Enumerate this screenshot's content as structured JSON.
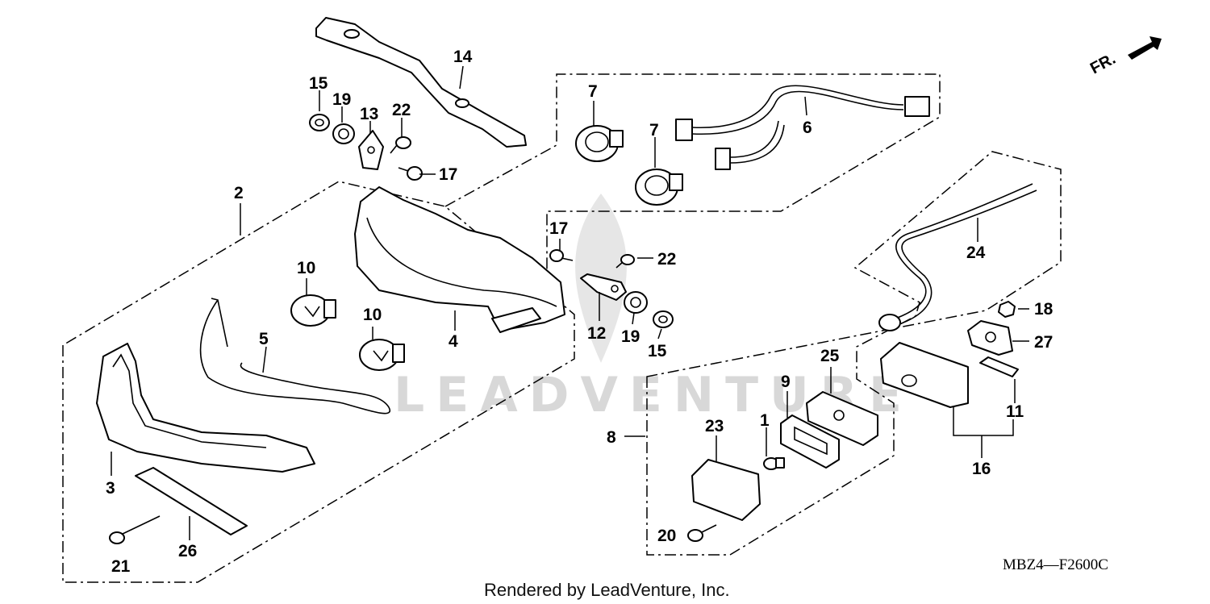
{
  "diagram": {
    "part_code": "MBZ4—F2600C",
    "credit": "Rendered by LeadVenture, Inc.",
    "direction_label": "FR.",
    "watermark": "LEADVENTURE",
    "callouts": {
      "c1": "1",
      "c2": "2",
      "c3": "3",
      "c4": "4",
      "c5": "5",
      "c6": "6",
      "c7a": "7",
      "c7b": "7",
      "c8": "8",
      "c9": "9",
      "c10a": "10",
      "c10b": "10",
      "c11": "11",
      "c12": "12",
      "c13": "13",
      "c14": "14",
      "c15a": "15",
      "c15b": "15",
      "c16": "16",
      "c17a": "17",
      "c17b": "17",
      "c18": "18",
      "c19a": "19",
      "c19b": "19",
      "c20": "20",
      "c21": "21",
      "c22a": "22",
      "c22b": "22",
      "c23": "23",
      "c24": "24",
      "c25": "25",
      "c26": "26",
      "c27": "27"
    }
  }
}
